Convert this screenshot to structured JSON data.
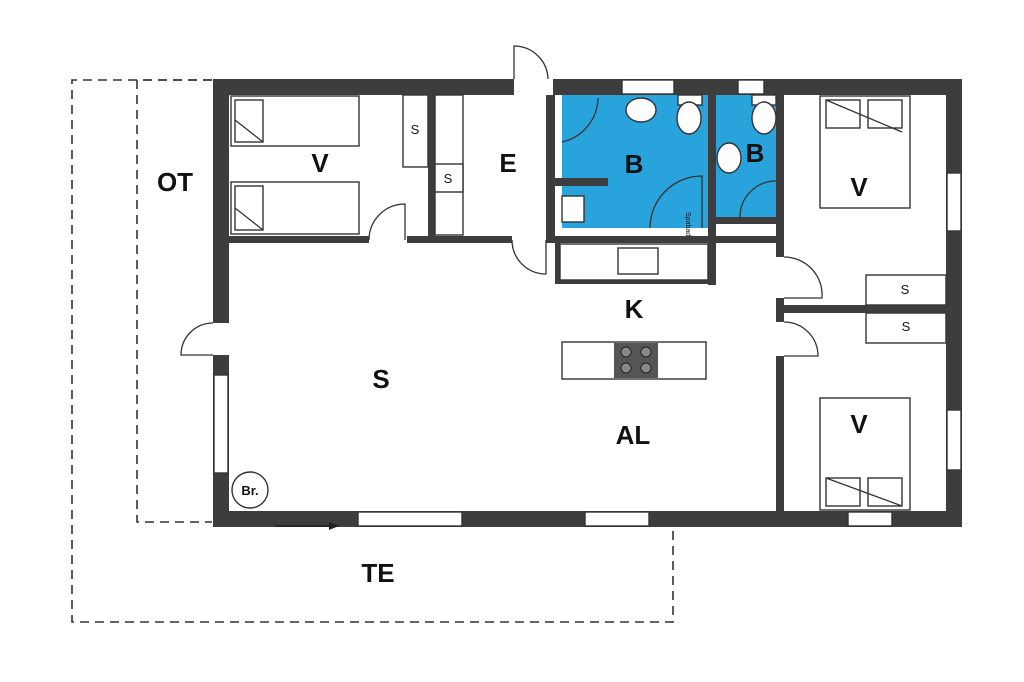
{
  "rooms": {
    "ot": "OT",
    "te": "TE",
    "bedroom_1": "V",
    "entrance": "E",
    "bath_1": "B",
    "bath_2": "B",
    "bedroom_2": "V",
    "bedroom_3": "V",
    "kitchen": "K",
    "living": "S",
    "alcove": "AL"
  },
  "fixtures": {
    "closet_1": "S",
    "closet_2": "S",
    "closet_3": "S",
    "closet_4": "S",
    "stove": "Br.",
    "spa": "Spabad"
  },
  "colors": {
    "wall": "#3d3d3d",
    "bathroom": "#29a3dc"
  }
}
